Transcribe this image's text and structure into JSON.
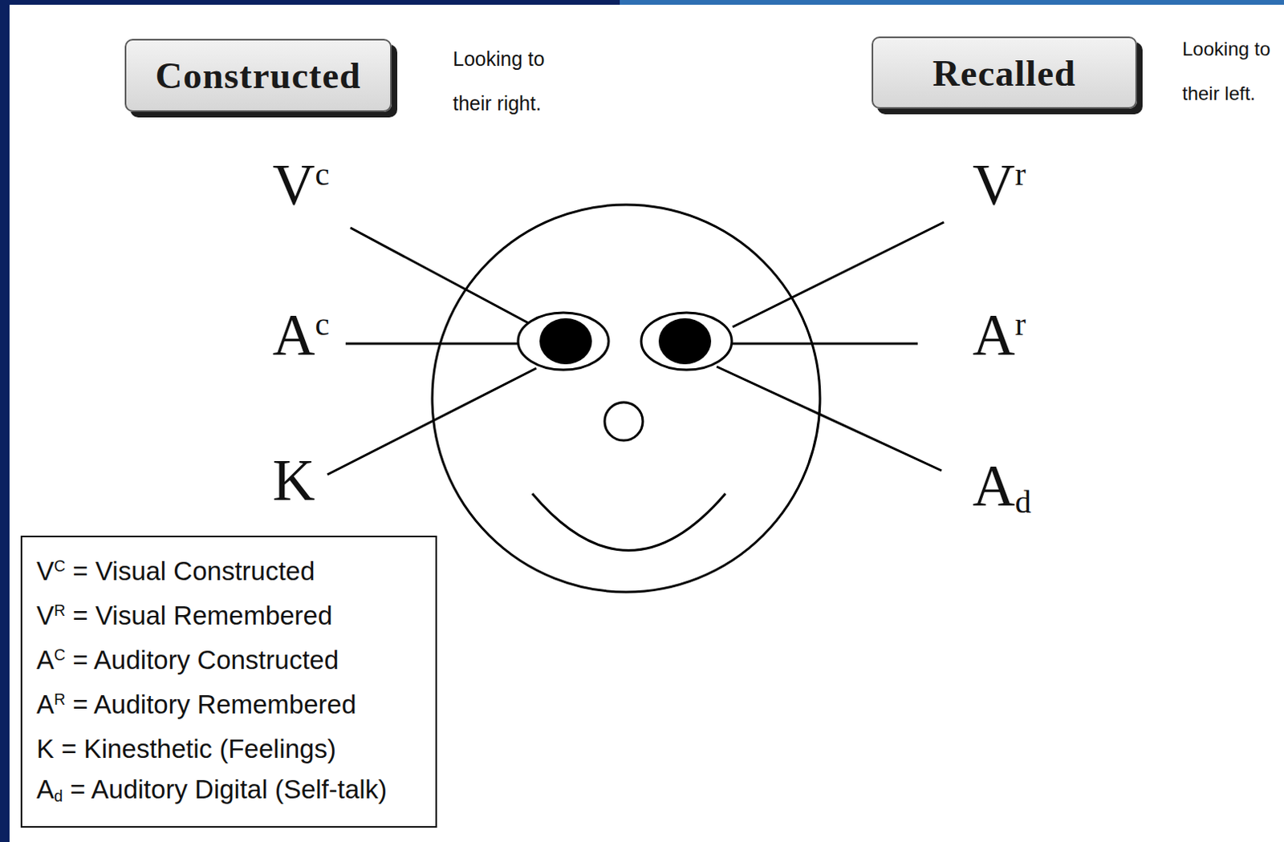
{
  "diagram": {
    "nodes": [
      {
        "text": [
          "Constructed"
        ]
      },
      {
        "text": [
          "Recalled"
        ]
      }
    ],
    "labels": [
      "Looking to their right.",
      "Looking to their left.",
      "Vc",
      "Ac",
      "K",
      "Vr",
      "Ar",
      "Ad"
    ],
    "legend": [
      {
        "text": "VC = Visual Constructed"
      },
      {
        "text": "VR = Visual Remembered"
      },
      {
        "text": "AC = Auditory Constructed"
      },
      {
        "text": "AR = Auditory Remembered"
      },
      {
        "text": "K = Kinesthetic (Feelings)"
      },
      {
        "text": "Ad = Auditory Digital (Self-talk)"
      }
    ]
  }
}
